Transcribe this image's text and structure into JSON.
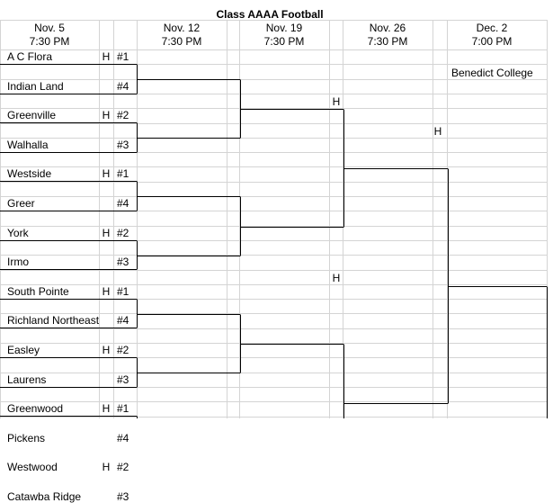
{
  "title": "Class AAAA Football",
  "rounds": [
    {
      "date": "Nov. 5",
      "time": "7:30 PM"
    },
    {
      "date": "Nov. 12",
      "time": "7:30 PM"
    },
    {
      "date": "Nov. 19",
      "time": "7:30 PM"
    },
    {
      "date": "Nov. 26",
      "time": "7:30 PM"
    },
    {
      "date": "Dec. 2",
      "time": "7:00 PM"
    }
  ],
  "venue": "Benedict College",
  "teams": [
    {
      "name": "A C Flora",
      "home": "H",
      "seed": "#1"
    },
    {
      "name": "Indian Land",
      "home": "",
      "seed": "#4"
    },
    {
      "name": "Greenville",
      "home": "H",
      "seed": "#2"
    },
    {
      "name": "Walhalla",
      "home": "",
      "seed": "#3"
    },
    {
      "name": "Westside",
      "home": "H",
      "seed": "#1"
    },
    {
      "name": "Greer",
      "home": "",
      "seed": "#4"
    },
    {
      "name": "York",
      "home": "H",
      "seed": "#2"
    },
    {
      "name": "Irmo",
      "home": "",
      "seed": "#3"
    },
    {
      "name": "South Pointe",
      "home": "H",
      "seed": "#1"
    },
    {
      "name": "Richland Northeast",
      "home": "",
      "seed": "#4"
    },
    {
      "name": "Easley",
      "home": "H",
      "seed": "#2"
    },
    {
      "name": "Laurens",
      "home": "",
      "seed": "#3"
    },
    {
      "name": "Greenwood",
      "home": "H",
      "seed": "#1"
    },
    {
      "name": "Pickens",
      "home": "",
      "seed": "#4"
    },
    {
      "name": "Westwood",
      "home": "H",
      "seed": "#2"
    },
    {
      "name": "Catawba Ridge",
      "home": "",
      "seed": "#3"
    }
  ],
  "round2_home_markers": [
    "H",
    "H"
  ],
  "round3_home_markers": [
    "H"
  ]
}
